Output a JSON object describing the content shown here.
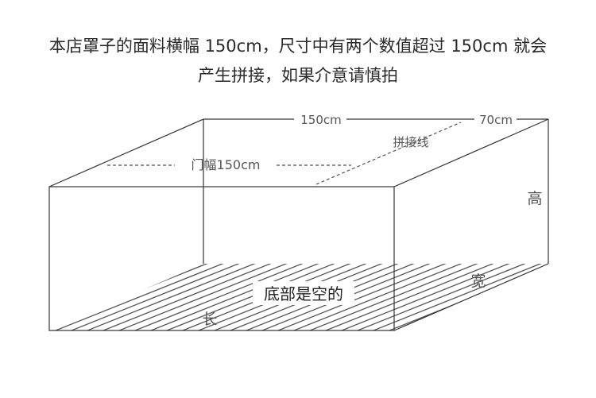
{
  "note": {
    "line1": "本店罩子的面料横幅 150cm，尺寸中有两个数值超过 150cm 就会",
    "line2": "产生拼接，如果介意请慎拍"
  },
  "diagram": {
    "top_width_label": "150cm",
    "top_depth_label": "70cm",
    "seam_label": "拼接线",
    "door_width_label": "门幅150cm",
    "height_label": "高",
    "width_label": "宽",
    "length_label": "长",
    "bottom_label": "底部是空的"
  },
  "colors": {
    "line": "#333333",
    "dashed": "#555555",
    "stripes": "#555555",
    "text": "#2b2b2b"
  }
}
